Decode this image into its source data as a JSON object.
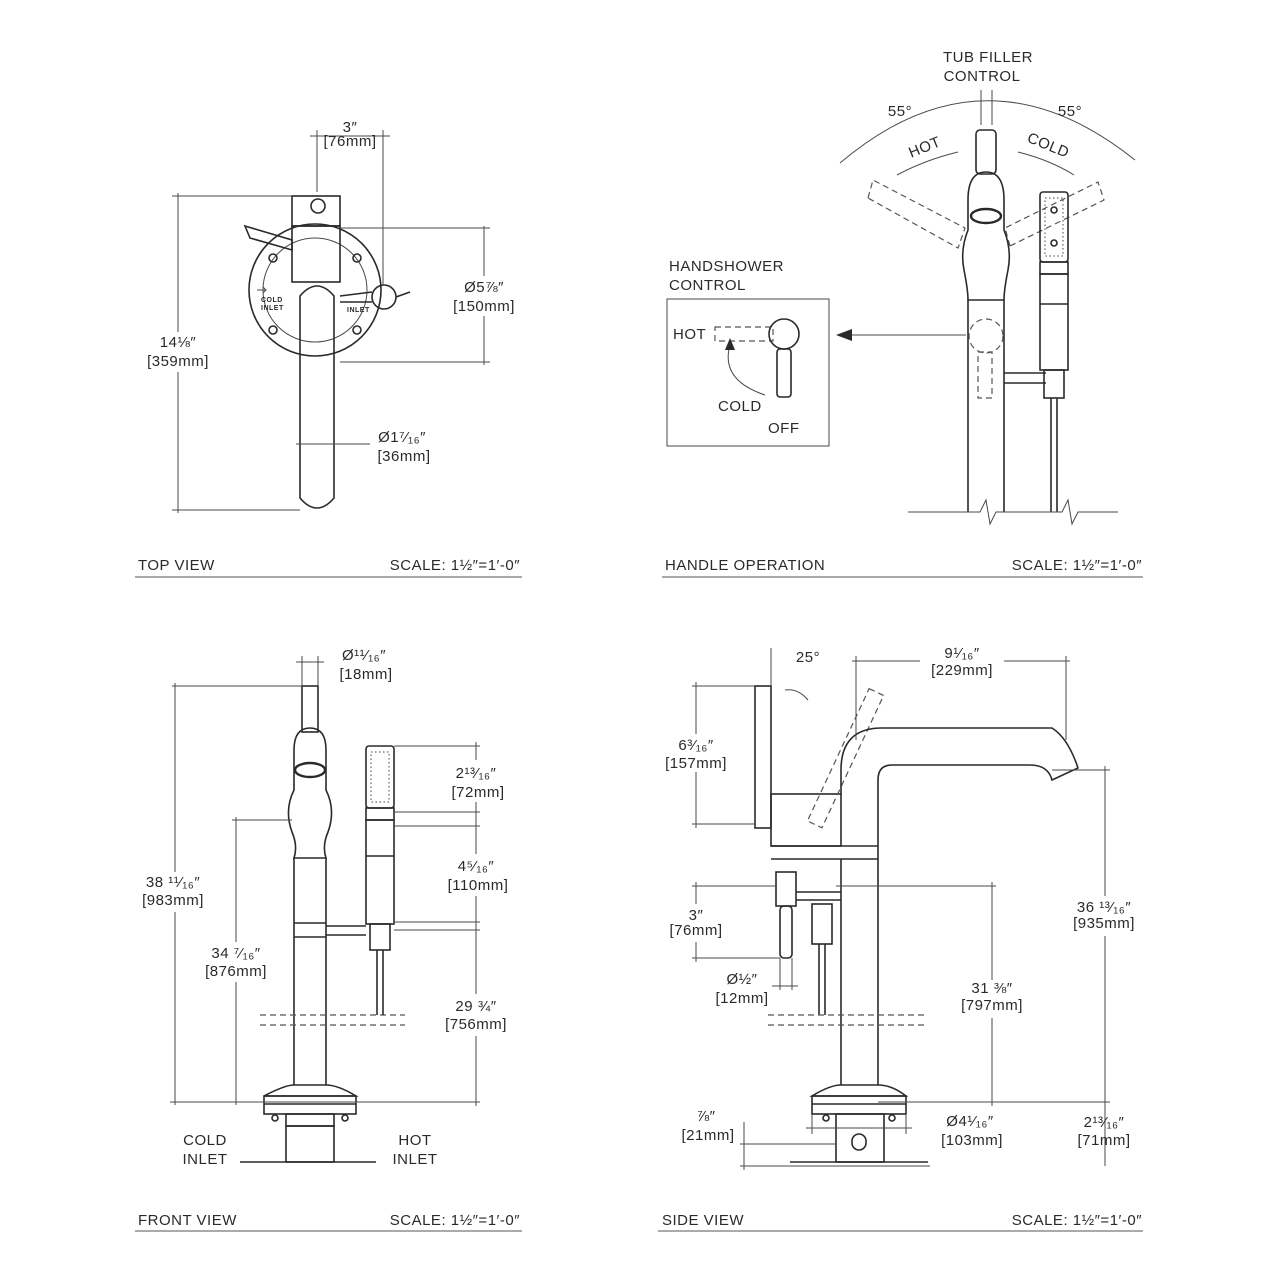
{
  "panels": {
    "top": {
      "title": "TOP VIEW",
      "scale": "SCALE: 1½″=1′-0″"
    },
    "handle": {
      "title": "HANDLE OPERATION",
      "scale": "SCALE: 1½″=1′-0″"
    },
    "front": {
      "title": "FRONT VIEW",
      "scale": "SCALE: 1½″=1′-0″"
    },
    "side": {
      "title": "SIDE VIEW",
      "scale": "SCALE: 1½″=1′-0″"
    }
  },
  "top_view": {
    "dim_width": [
      "3″",
      "[76mm]"
    ],
    "dim_length": [
      "14⅛″",
      "[359mm]"
    ],
    "dim_flange": [
      "Ø5⅞″",
      "[150mm]"
    ],
    "dim_spout": [
      "Ø1⁷⁄₁₆″",
      "[36mm]"
    ],
    "cold_inlet": [
      "COLD",
      "INLET"
    ],
    "hot_inlet": "INLET"
  },
  "handle_operation": {
    "tub_filler": [
      "TUB FILLER",
      "CONTROL"
    ],
    "angle_left": "55°",
    "angle_right": "55°",
    "hot": "HOT",
    "cold": "COLD",
    "handshower": [
      "HANDSHOWER",
      "CONTROL"
    ],
    "box_hot": "HOT",
    "box_cold": "COLD",
    "box_off": "OFF"
  },
  "front_view": {
    "dim_lever": [
      "Ø¹¹⁄₁₆″",
      "[18mm]"
    ],
    "dim_total": [
      "38 ¹¹⁄₁₆″",
      "[983mm]"
    ],
    "dim_body": [
      "34 ⁷⁄₁₆″",
      "[876mm]"
    ],
    "dim_handshower": [
      "2¹³⁄₁₆″",
      "[72mm]"
    ],
    "dim_handle": [
      "4⁵⁄₁₆″",
      "[110mm]"
    ],
    "dim_holder": [
      "29 ¾″",
      "[756mm]"
    ],
    "cold_inlet": [
      "COLD",
      "INLET"
    ],
    "hot_inlet": [
      "HOT",
      "INLET"
    ]
  },
  "side_view": {
    "angle": "25°",
    "dim_reach": [
      "9¹⁄₁₆″",
      "[229mm]"
    ],
    "dim_handle_h": [
      "6³⁄₁₆″",
      "[157mm]"
    ],
    "dim_spout_h": [
      "36 ¹³⁄₁₆″",
      "[935mm]"
    ],
    "dim_lever_h": [
      "3″",
      "[76mm]"
    ],
    "dim_lever_d": [
      "Ø½″",
      "[12mm]"
    ],
    "dim_outlet_h": [
      "31 ⅜″",
      "[797mm]"
    ],
    "dim_base": [
      "⅞″",
      "[21mm]"
    ],
    "dim_flange": [
      "Ø4¹⁄₁₆″",
      "[103mm]"
    ],
    "dim_clear": [
      "2¹³⁄₁₆″",
      "[71mm]"
    ]
  }
}
